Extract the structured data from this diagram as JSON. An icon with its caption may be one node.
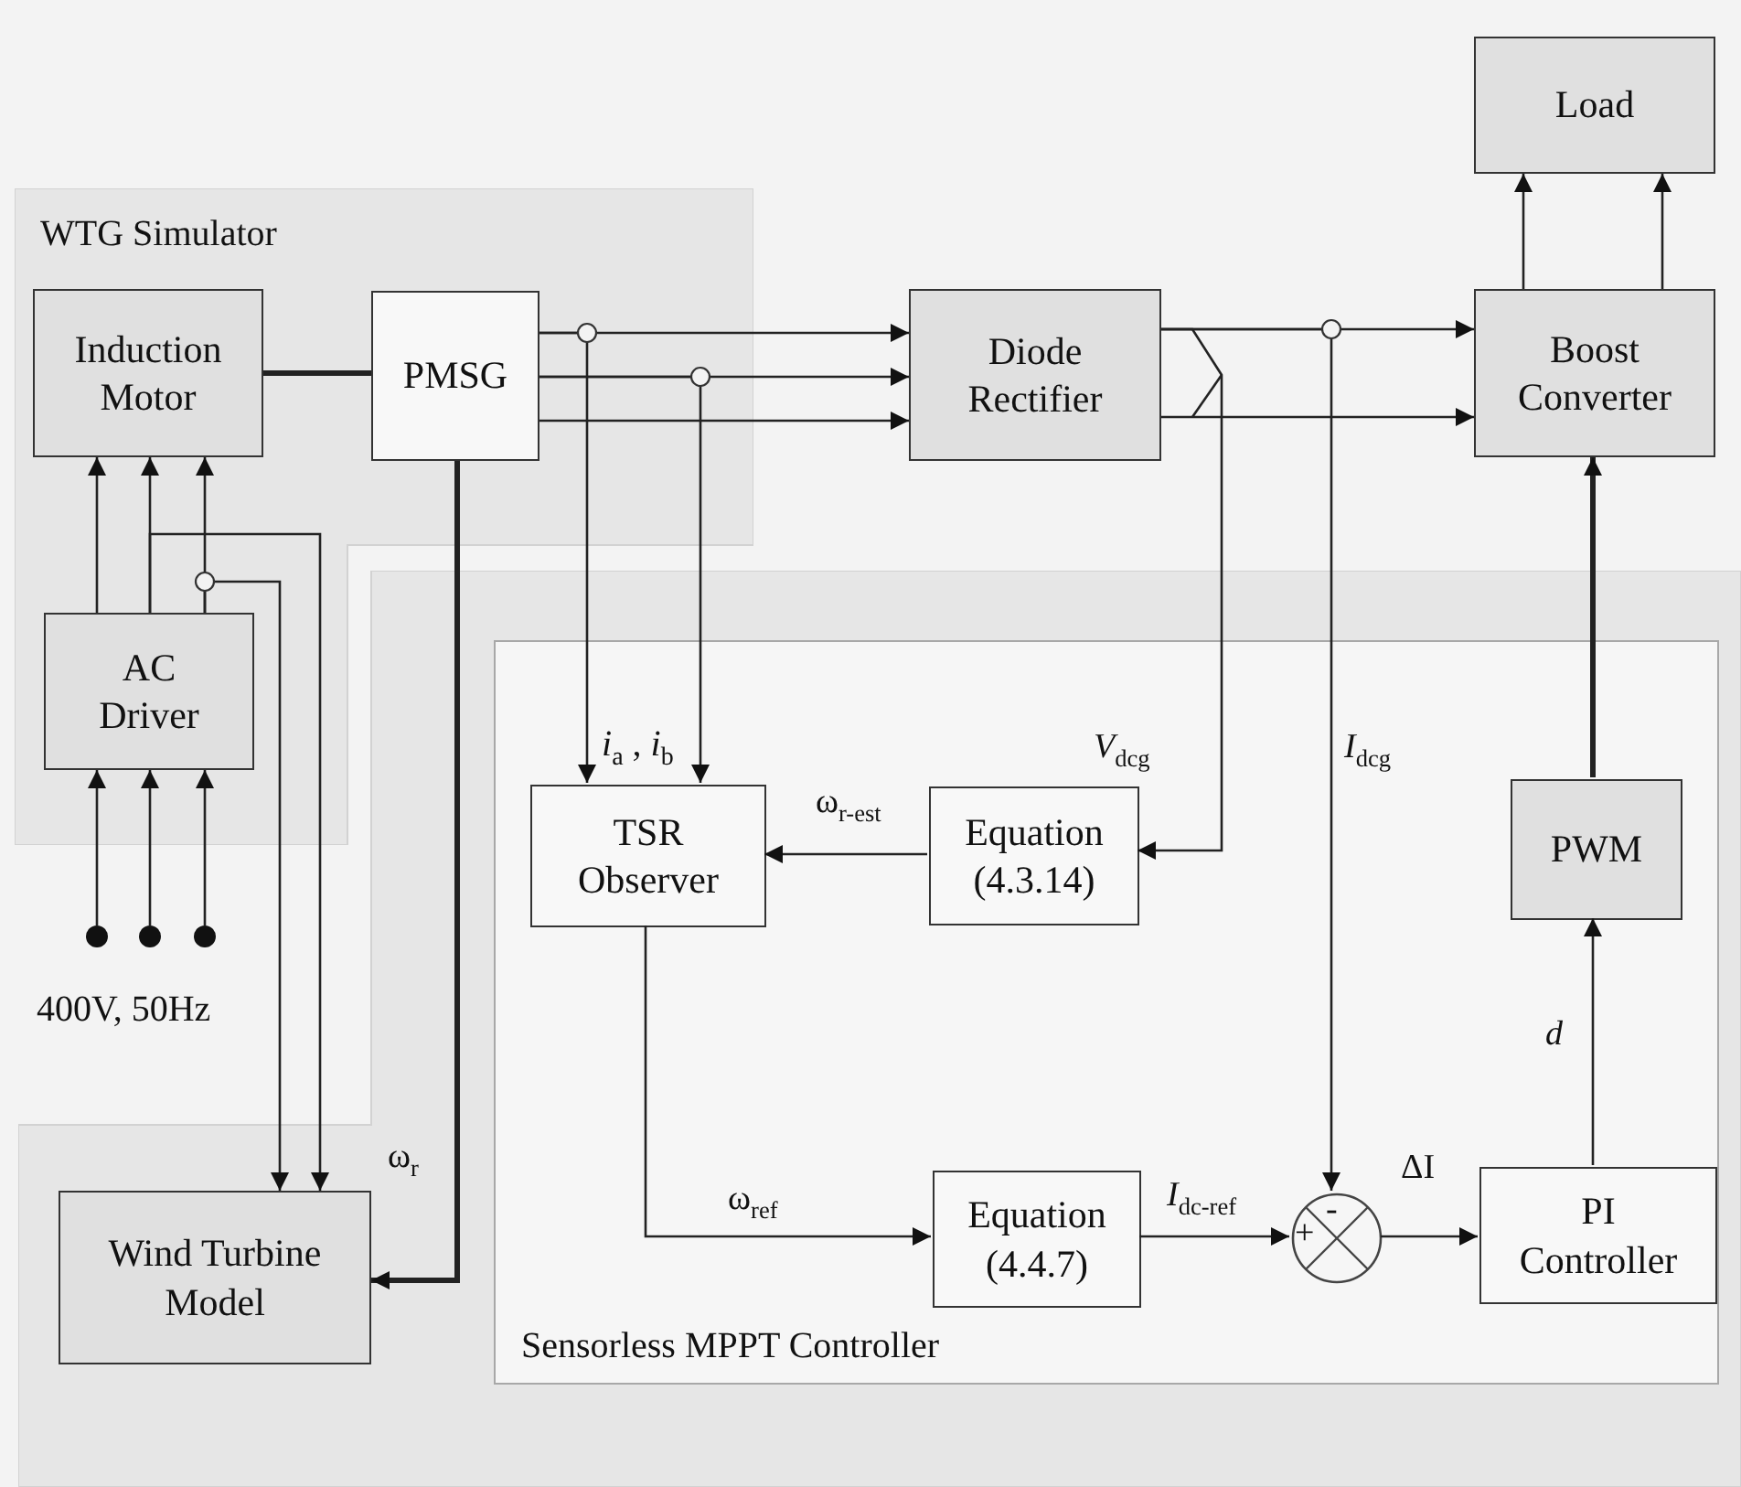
{
  "diagram": {
    "nodes": [
      {
        "text": [
          "WTG Simulator"
        ]
      },
      {
        "text": [
          "Induction Motor"
        ],
        "in": 0
      },
      {
        "text": [
          "PMSG"
        ],
        "in": 0
      },
      {
        "text": [
          "AC Driver"
        ],
        "in": 0
      },
      {
        "text": [],
        "shape": "circle"
      },
      {
        "text": [],
        "shape": "circle"
      },
      {
        "text": [],
        "shape": "circle"
      },
      {
        "text": [
          "Diode Rectifier"
        ]
      },
      {
        "text": [
          "Load"
        ]
      },
      {
        "text": [
          "Boost Converter"
        ]
      },
      {
        "text": [],
        "shape": "box"
      },
      {
        "text": [
          "Sensorless MPPT Controller"
        ],
        "in": 10
      },
      {
        "text": [
          "Wind Turbine Model"
        ],
        "in": 10
      },
      {
        "text": [
          "TSR Observer"
        ],
        "in": 11
      },
      {
        "text": [
          "Equation (4.3.14)"
        ],
        "in": 11
      },
      {
        "text": [
          "PWM"
        ],
        "in": 11
      },
      {
        "text": [
          "Equation (4.4.7)"
        ],
        "in": 11
      },
      {
        "text": [
          "-",
          "+"
        ],
        "in": 11
      },
      {
        "text": [
          "PI Controller"
        ],
        "in": 11
      }
    ],
    "edges": [
      {
        "from": 1,
        "to": 2,
        "arrow": "none",
        "style": "thick"
      },
      {
        "from": 3,
        "to": 1,
        "arrow": "to"
      },
      {
        "from": 3,
        "to": 1,
        "arrow": "to"
      },
      {
        "from": 3,
        "to": 1,
        "arrow": "to"
      },
      {
        "from": 4,
        "to": 3,
        "arrow": "to"
      },
      {
        "from": 5,
        "to": 3,
        "arrow": "to"
      },
      {
        "from": 6,
        "to": 3,
        "arrow": "to"
      },
      {
        "from": 3,
        "to": 12,
        "arrow": "to"
      },
      {
        "from": 3,
        "to": 12,
        "arrow": "to"
      },
      {
        "from": 2,
        "to": 12,
        "arrow": "to",
        "label": "ω$_{r}$",
        "style": "thick"
      },
      {
        "from": 2,
        "to": 7,
        "arrow": "to"
      },
      {
        "from": 2,
        "to": 7,
        "arrow": "to"
      },
      {
        "from": 2,
        "to": 7,
        "arrow": "to"
      },
      {
        "from": 2,
        "to": 13,
        "arrow": "to"
      },
      {
        "from": 2,
        "to": 13,
        "arrow": "to"
      },
      {
        "from": 7,
        "to": 9,
        "arrow": "to"
      },
      {
        "from": 7,
        "to": 9,
        "arrow": "to"
      },
      {
        "from": 7,
        "to": 14,
        "arrow": "to",
        "label": "*V*$_{dcg}$"
      },
      {
        "from": 7,
        "to": 17,
        "arrow": "to",
        "label": "*I*$_{dcg}$"
      },
      {
        "from": 14,
        "to": 13,
        "arrow": "to",
        "label": "ω$_{r-est}$"
      },
      {
        "from": 13,
        "to": 16,
        "arrow": "to",
        "label": "ω$_{ref}$"
      },
      {
        "from": 16,
        "to": 17,
        "arrow": "to",
        "label": "*I*$_{dc-ref}$"
      },
      {
        "from": 17,
        "to": 18,
        "arrow": "to",
        "label": "ΔI"
      },
      {
        "from": 18,
        "to": 15,
        "arrow": "to",
        "label": "*d*"
      },
      {
        "from": 15,
        "to": 9,
        "arrow": "to",
        "style": "thick"
      },
      {
        "from": 9,
        "to": 8,
        "arrow": "to"
      },
      {
        "from": 9,
        "to": 8,
        "arrow": "to"
      }
    ],
    "labels": [
      "*i*$_{a}$ , *i*$_{b}$",
      "400V, 50Hz"
    ]
  }
}
